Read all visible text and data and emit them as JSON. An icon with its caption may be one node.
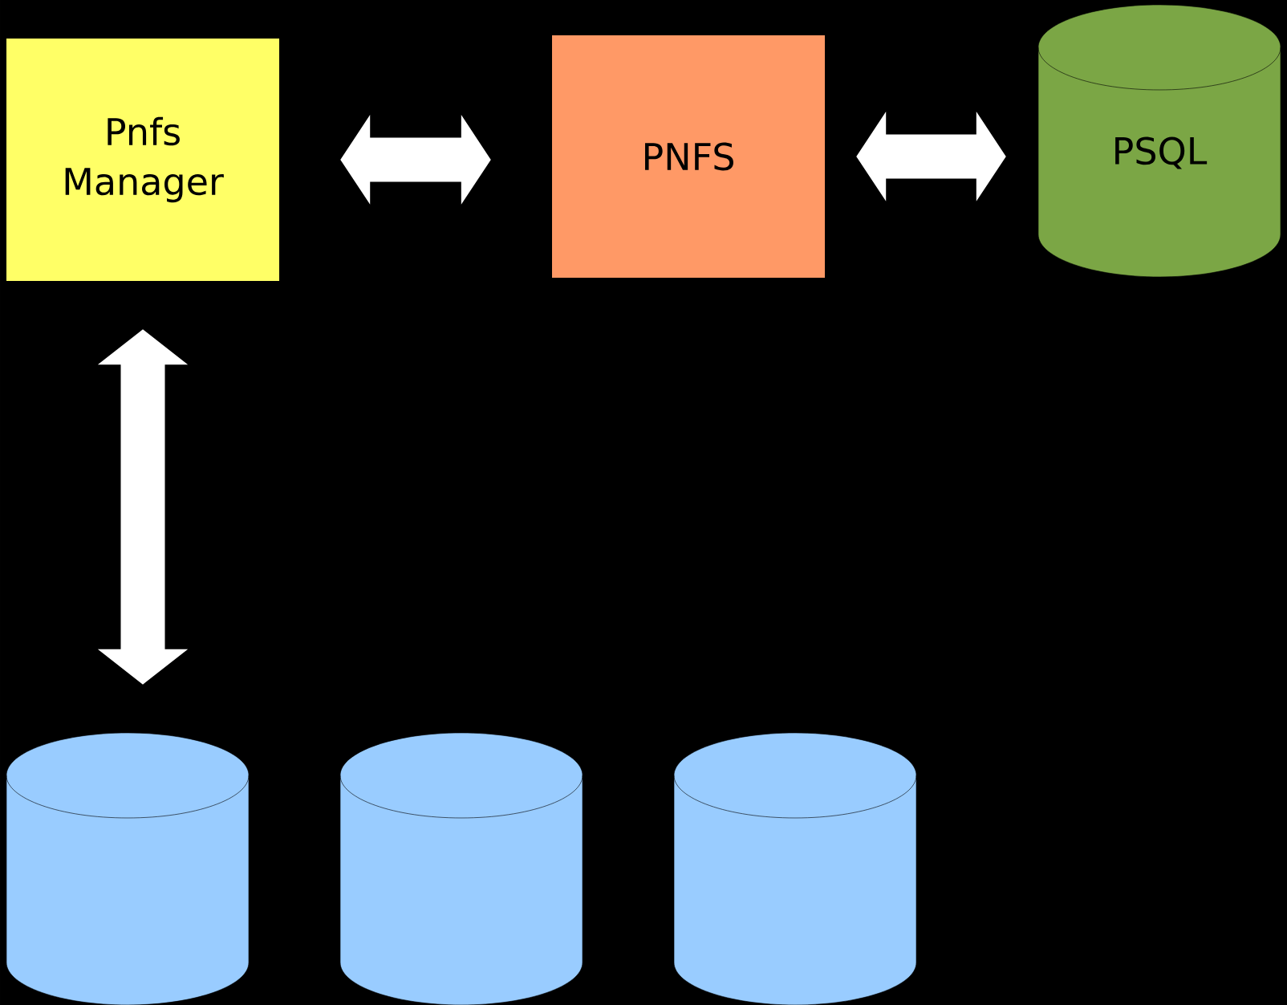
{
  "diagram": {
    "nodes": [
      {
        "text": [
          "Pnfs Manager"
        ]
      },
      {
        "text": [
          "PNFS"
        ]
      },
      {
        "text": [
          "PSQL"
        ]
      },
      {
        "text": [],
        "shape": "cylinder"
      },
      {
        "text": [],
        "shape": "cylinder"
      },
      {
        "text": [],
        "shape": "cylinder"
      }
    ],
    "edges": [
      {
        "from": 0,
        "to": 1,
        "arrow": "both"
      },
      {
        "from": 1,
        "to": 2,
        "arrow": "both"
      },
      {
        "from": 0,
        "to": 3,
        "arrow": "both"
      }
    ]
  }
}
